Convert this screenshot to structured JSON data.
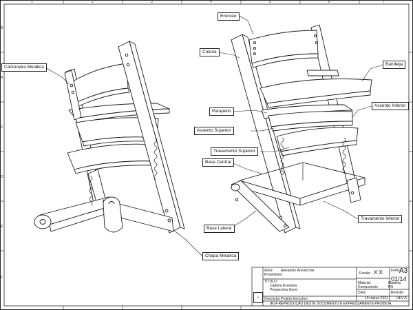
{
  "zones": {
    "top": [
      "1",
      "2",
      "3",
      "4",
      "5",
      "6",
      "7"
    ],
    "left": [
      "A",
      "B",
      "C",
      "D",
      "E",
      "F"
    ]
  },
  "callouts": {
    "cantoneira": "Cantoneira Metálica",
    "chapa": "Chapa Metalica",
    "encosto": "Encosto",
    "coluna": "Coluna",
    "bandeija": "Bandeija",
    "parapeito": "Parapeito",
    "assento_inferior": "Assento Inferior",
    "assento_superior": "Assento Superior",
    "travamento_superior": "Travamento Superior",
    "base_central": "Base Central",
    "base_lateral": "Base Lateral",
    "travamento_inferior": "Travamento Inferior"
  },
  "title_block": {
    "autor_label": "Autor:",
    "autor_value": "Alexandre Aravecchia",
    "proprietario_label": "Proprietário:",
    "titulo_label": "TITULO:",
    "titulo_line1": "Cadeira Evolutiva",
    "titulo_line2": "Perspectiva Geral",
    "descricao_label": "Descrição:",
    "descricao_value": "Projeto Executivo",
    "escala_label": "Escala:",
    "escala_value": "X:X",
    "folha_label": "Folha:",
    "folha_size": "A3",
    "folha_number": "01/14",
    "material_label": "Material:",
    "material_value": "Madeira",
    "componente_label": "Componente:",
    "componente_value": "PN",
    "data_label": "Data:",
    "data_value": "19-março-2021",
    "revisao_label": "Revisão:",
    "revisao_value": "REV A",
    "notice": "(R) A REPRODUÇÃO DESTE DOCUMENTO É EXPRESSAMENTE PROIBIDA."
  },
  "colors": {
    "line": "#1a1a1a",
    "paper": "#ffffff"
  }
}
